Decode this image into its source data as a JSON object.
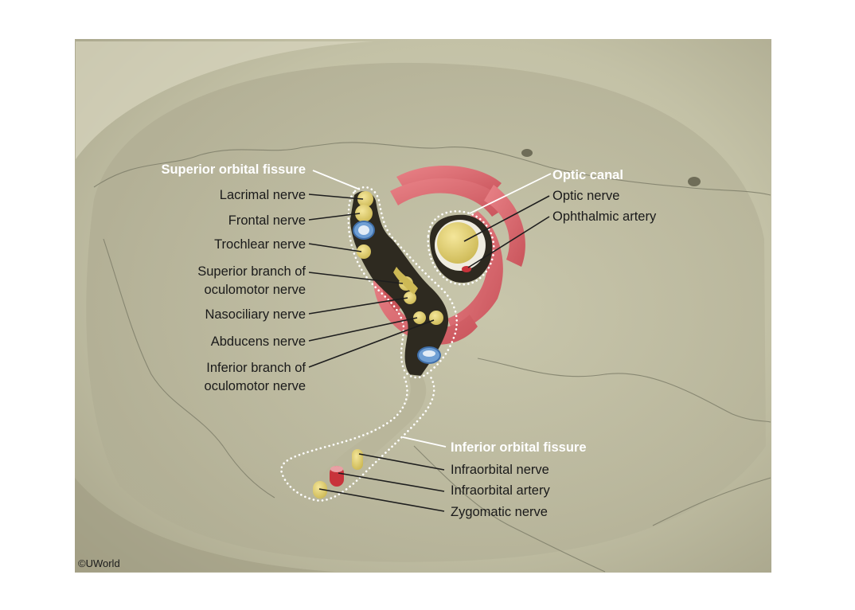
{
  "headers": {
    "superior_orbital_fissure": "Superior orbital fissure",
    "optic_canal": "Optic canal",
    "inferior_orbital_fissure": "Inferior orbital fissure"
  },
  "superior_fissure_labels": {
    "lacrimal": "Lacrimal nerve",
    "frontal": "Frontal nerve",
    "trochlear": "Trochlear nerve",
    "sup_branch_1": "Superior branch of",
    "sup_branch_2": "oculomotor nerve",
    "nasociliary": "Nasociliary nerve",
    "abducens": "Abducens nerve",
    "inf_branch_1": "Inferior branch of",
    "inf_branch_2": "oculomotor nerve"
  },
  "optic_canal_labels": {
    "optic_nerve": "Optic nerve",
    "ophthalmic_artery": "Ophthalmic artery"
  },
  "inferior_fissure_labels": {
    "infraorbital_nerve": "Infraorbital nerve",
    "infraorbital_artery": "Infraorbital artery",
    "zygomatic_nerve": "Zygomatic nerve"
  },
  "copyright": "©UWorld",
  "colors": {
    "bone": "#c9c7ad",
    "bone_dark": "#a9a68c",
    "nerve": "#e6d576",
    "muscle": "#d9696e",
    "vein": "#6f9fd4",
    "artery": "#c8333b",
    "fissure_dark": "#2e2a20",
    "label_text": "#1a1a1a",
    "header_text": "#ffffff"
  }
}
